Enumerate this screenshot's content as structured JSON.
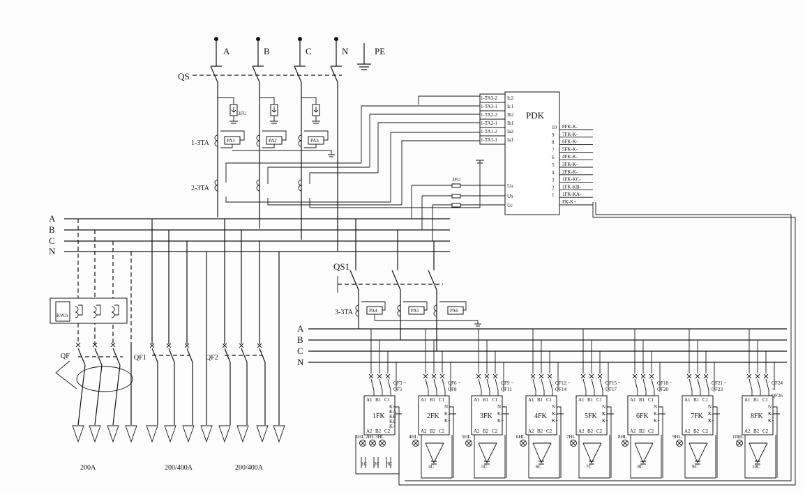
{
  "mains": {
    "phases": [
      "A",
      "B",
      "C",
      "N",
      "PE"
    ],
    "switch": "QS",
    "fuse": "3FU",
    "ct1": "1-3TA",
    "ct2": "2-3TA",
    "ammeters": [
      "PA1",
      "PA2",
      "PA3"
    ]
  },
  "pdk": {
    "title": "PDK",
    "ct_inputs": [
      "1-TA3-2",
      "1-TA3-1",
      "1-TA2-2",
      "1-TA2-1",
      "1-TA1-2",
      "1-TA1-1"
    ],
    "current_terms": [
      "Ic2",
      "Ic1",
      "Ib2",
      "Ib1",
      "Ia2",
      "Ia1"
    ],
    "voltage_fuse": "3FU",
    "voltage_terms": [
      "Ua",
      "Ub",
      "Uc"
    ],
    "out_numbers": [
      "10",
      "9",
      "8",
      "7",
      "6",
      "5",
      "4",
      "3",
      "2",
      "1"
    ],
    "out_labels": [
      "8FK-K-",
      "7FK-K-",
      "6FK-K-",
      "5FK-K-",
      "4FK-K-",
      "3FK-K-",
      "2FK-K-",
      "1FK-KC-",
      "1FK-KB-",
      "1FK-KA-",
      "FK-K+"
    ]
  },
  "bus_upper": [
    "A",
    "B",
    "C",
    "N"
  ],
  "bus_lower": [
    "A",
    "B",
    "C",
    "N"
  ],
  "feeders": {
    "meter_label": "KW.h",
    "qf_labels": [
      "QF",
      "QF1",
      "QF2"
    ],
    "ratings": [
      "200A",
      "200/400A",
      "200/400A"
    ]
  },
  "capacitor_section": {
    "switch": "QS1",
    "ct": "3-3TA",
    "ammeters": [
      "PA4",
      "PA5",
      "PA6"
    ],
    "qf_groups": [
      [
        "QF3 ~",
        "QF5"
      ],
      [
        "QF6 ~",
        "QF8"
      ],
      [
        "QF9 ~",
        "QF11"
      ],
      [
        "QF12 ~",
        "QF14"
      ],
      [
        "QF15 ~",
        "QF17"
      ],
      [
        "QF18 ~",
        "QF20"
      ],
      [
        "QF21 ~",
        "QF23"
      ],
      [
        "QF24",
        "~",
        "QF26"
      ]
    ],
    "contactors": [
      "1FK",
      "2FK",
      "3FK",
      "4FK",
      "5FK",
      "6FK",
      "7FK",
      "8FK"
    ],
    "capacitors": [
      "4C",
      "5C",
      "6C",
      "7C",
      "8C",
      "9C",
      "10C"
    ],
    "first_caps": [
      "1C",
      "2C",
      "3C"
    ],
    "lamps": [
      "1HL",
      "2HL",
      "3HL",
      "4HL",
      "5HL",
      "6HL",
      "7HL",
      "8HL",
      "9HL",
      "10HL"
    ],
    "fk_top_pins": [
      "A1",
      "B1",
      "C1"
    ],
    "fk_bottom_pins": [
      "A2",
      "B2",
      "C2"
    ],
    "fk_side_pins": [
      "N",
      "K-",
      "K+"
    ],
    "fk1_side_pins": [
      "K+",
      "KA",
      "KB",
      "KC",
      "K-"
    ]
  }
}
